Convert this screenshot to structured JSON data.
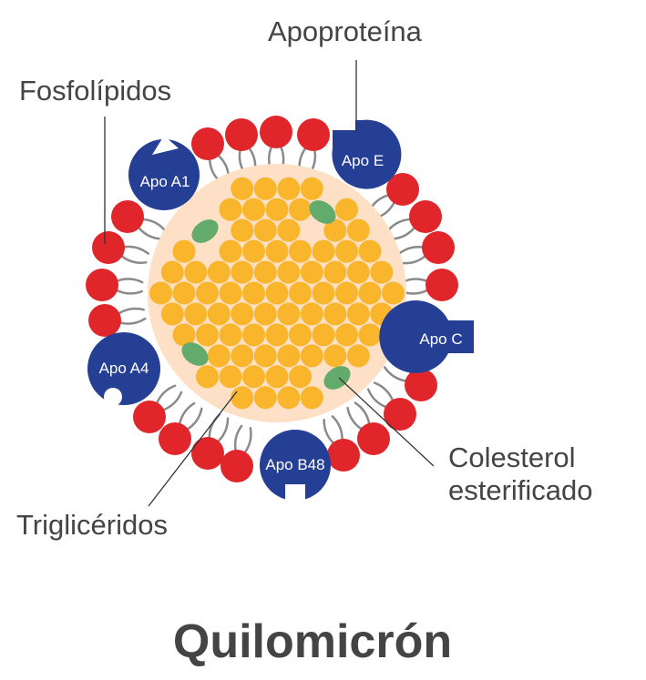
{
  "labels": {
    "apoproteina": "Apoproteína",
    "fosfolipidos": "Fosfolípidos",
    "colesterol_line1": "Colesterol",
    "colesterol_line2": "esterificado",
    "trigliceridos": "Triglicéridos"
  },
  "title": "Quilomicrón",
  "apoproteins": {
    "apo_e": "Apo E",
    "apo_a1": "Apo A1",
    "apo_a4": "Apo A4",
    "apo_c": "Apo C",
    "apo_b48": "Apo B48"
  },
  "colors": {
    "core": "#fde0c5",
    "triglyceride": "#f9b52b",
    "cholesterol": "#62ab6c",
    "phospholipid_head": "#e0262a",
    "phospholipid_tail": "#8a8a8a",
    "apoprotein": "#253f95",
    "text": "#444444"
  }
}
